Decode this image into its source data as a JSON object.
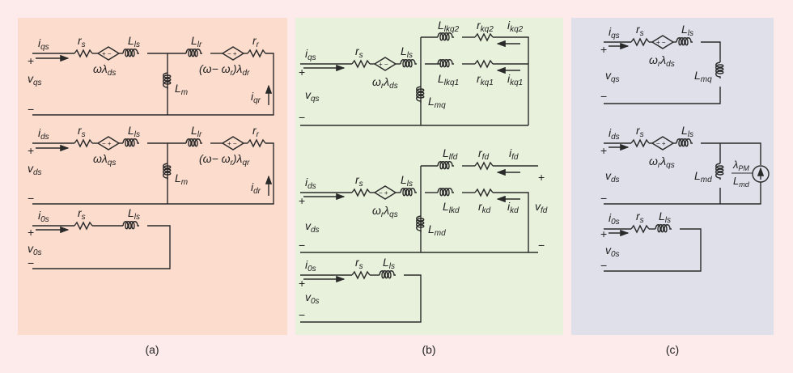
{
  "captions": {
    "a": "(a)",
    "b": "(b)",
    "c": "(c)"
  },
  "panel_a": {
    "q": {
      "i_in": "i",
      "i_in_sub": "qs",
      "rs": "r",
      "rs_sub": "s",
      "src": "ωλ",
      "src_sub": "ds",
      "Lls": "L",
      "Lls_sub": "ls",
      "Llr": "L",
      "Llr_sub": "lr",
      "rr": "r",
      "rr_sub": "r",
      "src2": "(ω− ω",
      "src2_sub": "r",
      "src2_tail": ")λ",
      "src2_tail_sub": "dr",
      "Lm": "L",
      "Lm_sub": "m",
      "i_r": "i",
      "i_r_sub": "qr",
      "v": "v",
      "v_sub": "qs",
      "plus": "+",
      "minus": "−"
    },
    "d": {
      "i_in": "i",
      "i_in_sub": "ds",
      "rs": "r",
      "rs_sub": "s",
      "src": "ωλ",
      "src_sub": "qs",
      "Lls": "L",
      "Lls_sub": "ls",
      "Llr": "L",
      "Llr_sub": "lr",
      "rr": "r",
      "rr_sub": "r",
      "src2": "(ω− ω",
      "src2_sub": "r",
      "src2_tail": ")λ",
      "src2_tail_sub": "qr",
      "Lm": "L",
      "Lm_sub": "m",
      "i_r": "i",
      "i_r_sub": "dr",
      "v": "v",
      "v_sub": "ds",
      "plus": "+",
      "minus": "−"
    },
    "z": {
      "i_in": "i",
      "i_in_sub": "0s",
      "rs": "r",
      "rs_sub": "s",
      "Lls": "L",
      "Lls_sub": "ls",
      "v": "v",
      "v_sub": "0s",
      "plus": "+",
      "minus": "−"
    }
  },
  "panel_b": {
    "q": {
      "i_in": "i",
      "i_in_sub": "qs",
      "rs": "r",
      "rs_sub": "s",
      "src": "ω",
      "src_sub": "r",
      "src_tail": "λ",
      "src_tail_sub": "ds",
      "Lls": "L",
      "Lls_sub": "ls",
      "Lmq": "L",
      "Lmq_sub": "mq",
      "Llkq2": "L",
      "Llkq2_sub": "lkq2",
      "rkq2": "r",
      "rkq2_sub": "kq2",
      "ikq2": "i",
      "ikq2_sub": "kq2",
      "Llkq1": "L",
      "Llkq1_sub": "lkq1",
      "rkq1": "r",
      "rkq1_sub": "kq1",
      "ikq1": "i",
      "ikq1_sub": "kq1",
      "v": "v",
      "v_sub": "qs",
      "plus": "+",
      "minus": "−"
    },
    "d": {
      "i_in": "i",
      "i_in_sub": "ds",
      "rs": "r",
      "rs_sub": "s",
      "src": "ω",
      "src_sub": "r",
      "src_tail": "λ",
      "src_tail_sub": "qs",
      "Lls": "L",
      "Lls_sub": "ls",
      "Lmd": "L",
      "Lmd_sub": "md",
      "Llfd": "L",
      "Llfd_sub": "lfd",
      "rfd": "r",
      "rfd_sub": "fd",
      "ifd": "i",
      "ifd_sub": "fd",
      "Llkd": "L",
      "Llkd_sub": "lkd",
      "rkd": "r",
      "rkd_sub": "kd",
      "ikd": "i",
      "ikd_sub": "kd",
      "vfd": "v",
      "vfd_sub": "fd",
      "v": "v",
      "v_sub": "ds",
      "plus": "+",
      "minus": "−"
    },
    "z": {
      "i_in": "i",
      "i_in_sub": "0s",
      "rs": "r",
      "rs_sub": "s",
      "Lls": "L",
      "Lls_sub": "ls",
      "v": "v",
      "v_sub": "0s",
      "plus": "+",
      "minus": "−"
    }
  },
  "panel_c": {
    "q": {
      "i_in": "i",
      "i_in_sub": "qs",
      "rs": "r",
      "rs_sub": "s",
      "src": "ω",
      "src_sub": "r",
      "src_tail": "λ",
      "src_tail_sub": "ds",
      "Lls": "L",
      "Lls_sub": "ls",
      "Lmq": "L",
      "Lmq_sub": "mq",
      "v": "v",
      "v_sub": "qs",
      "plus": "+",
      "minus": "−"
    },
    "d": {
      "i_in": "i",
      "i_in_sub": "ds",
      "rs": "r",
      "rs_sub": "s",
      "src": "ω",
      "src_sub": "r",
      "src_tail": "λ",
      "src_tail_sub": "qs",
      "Lls": "L",
      "Lls_sub": "ls",
      "Lmd": "L",
      "Lmd_sub": "md",
      "pm_num": "λ",
      "pm_num_sub": "PM",
      "pm_den": "L",
      "pm_den_sub": "md",
      "v": "v",
      "v_sub": "ds",
      "plus": "+",
      "minus": "−"
    },
    "z": {
      "i_in": "i",
      "i_in_sub": "0s",
      "rs": "r",
      "rs_sub": "s",
      "Lls": "L",
      "Lls_sub": "ls",
      "v": "v",
      "v_sub": "0s",
      "plus": "+",
      "minus": "−"
    }
  }
}
